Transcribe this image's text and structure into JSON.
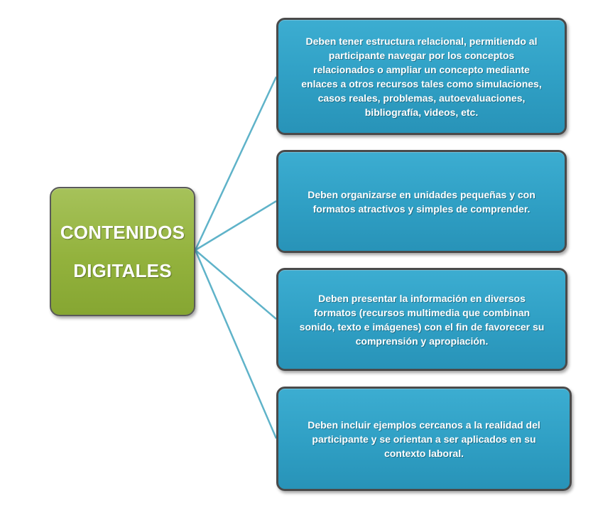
{
  "central": {
    "label": "CONTENIDOS\nDIGITALES",
    "color": "#93b23d"
  },
  "items": [
    {
      "text": "Deben tener estructura relacional, permitiendo al\nparticipante navegar por los conceptos\nrelacionados o ampliar un concepto mediante\nenlaces a otros recursos tales como simulaciones,\ncasos reales, problemas, autoevaluaciones,\nbibliografía, videos, etc."
    },
    {
      "text": "Deben organizarse en unidades pequeñas y con\nformatos atractivos y simples de comprender."
    },
    {
      "text": "Deben presentar la información en diversos\nformatos (recursos multimedia que combinan\nsonido, texto e imágenes) con el fin de favorecer su\ncomprensión y apropiación."
    },
    {
      "text": "Deben incluir ejemplos cercanos a la realidad del\nparticipante y se orientan a ser aplicados en su\ncontexto laboral."
    }
  ],
  "colors": {
    "box_fill": "#2f9fc4",
    "connector": "#5fb3c9",
    "border": "#4a4a4a"
  }
}
